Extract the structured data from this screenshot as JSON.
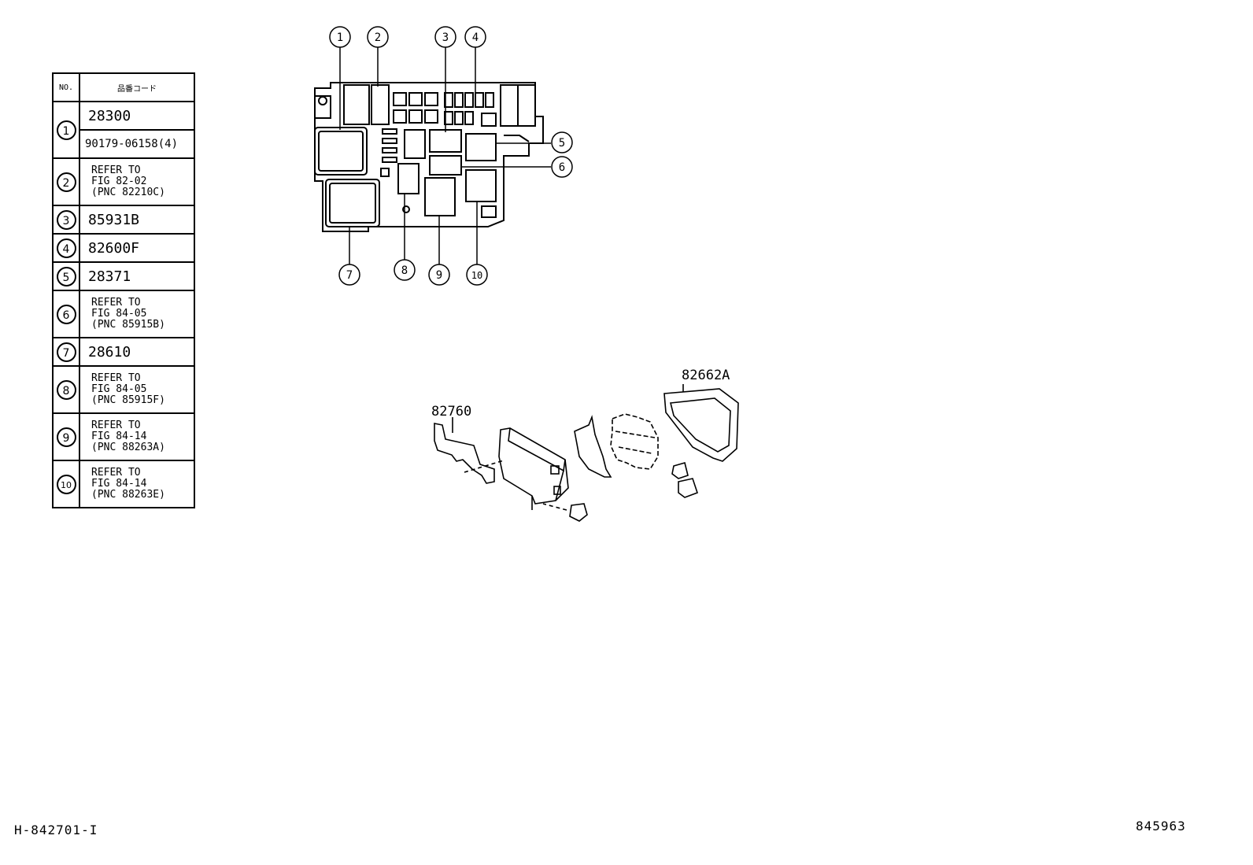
{
  "table": {
    "header_no": "NO.",
    "header_code": "品番コード",
    "rows": [
      {
        "no": "1",
        "lines": [
          "28300",
          "90179-06158(4)"
        ]
      },
      {
        "no": "2",
        "ref": [
          "REFER TO",
          "FIG 82-02",
          "(PNC 82210C)"
        ]
      },
      {
        "no": "3",
        "code": "85931B"
      },
      {
        "no": "4",
        "code": "82600F"
      },
      {
        "no": "5",
        "code": "28371"
      },
      {
        "no": "6",
        "ref": [
          "REFER TO",
          "FIG 84-05",
          "(PNC 85915B)"
        ]
      },
      {
        "no": "7",
        "code": "28610"
      },
      {
        "no": "8",
        "ref": [
          "REFER TO",
          "FIG 84-05",
          "(PNC 85915F)"
        ]
      },
      {
        "no": "9",
        "ref": [
          "REFER TO",
          "FIG 84-14",
          "(PNC 88263A)"
        ]
      },
      {
        "no": "10",
        "ref": [
          "REFER TO",
          "FIG 84-14",
          "(PNC 88263E)"
        ]
      }
    ]
  },
  "callouts": [
    "1",
    "2",
    "3",
    "4",
    "5",
    "6",
    "7",
    "8",
    "9",
    "10"
  ],
  "part_labels": {
    "bracket": "82760",
    "cover": "82662A"
  },
  "footer": {
    "left": "H-842701-I",
    "right": "845963"
  }
}
